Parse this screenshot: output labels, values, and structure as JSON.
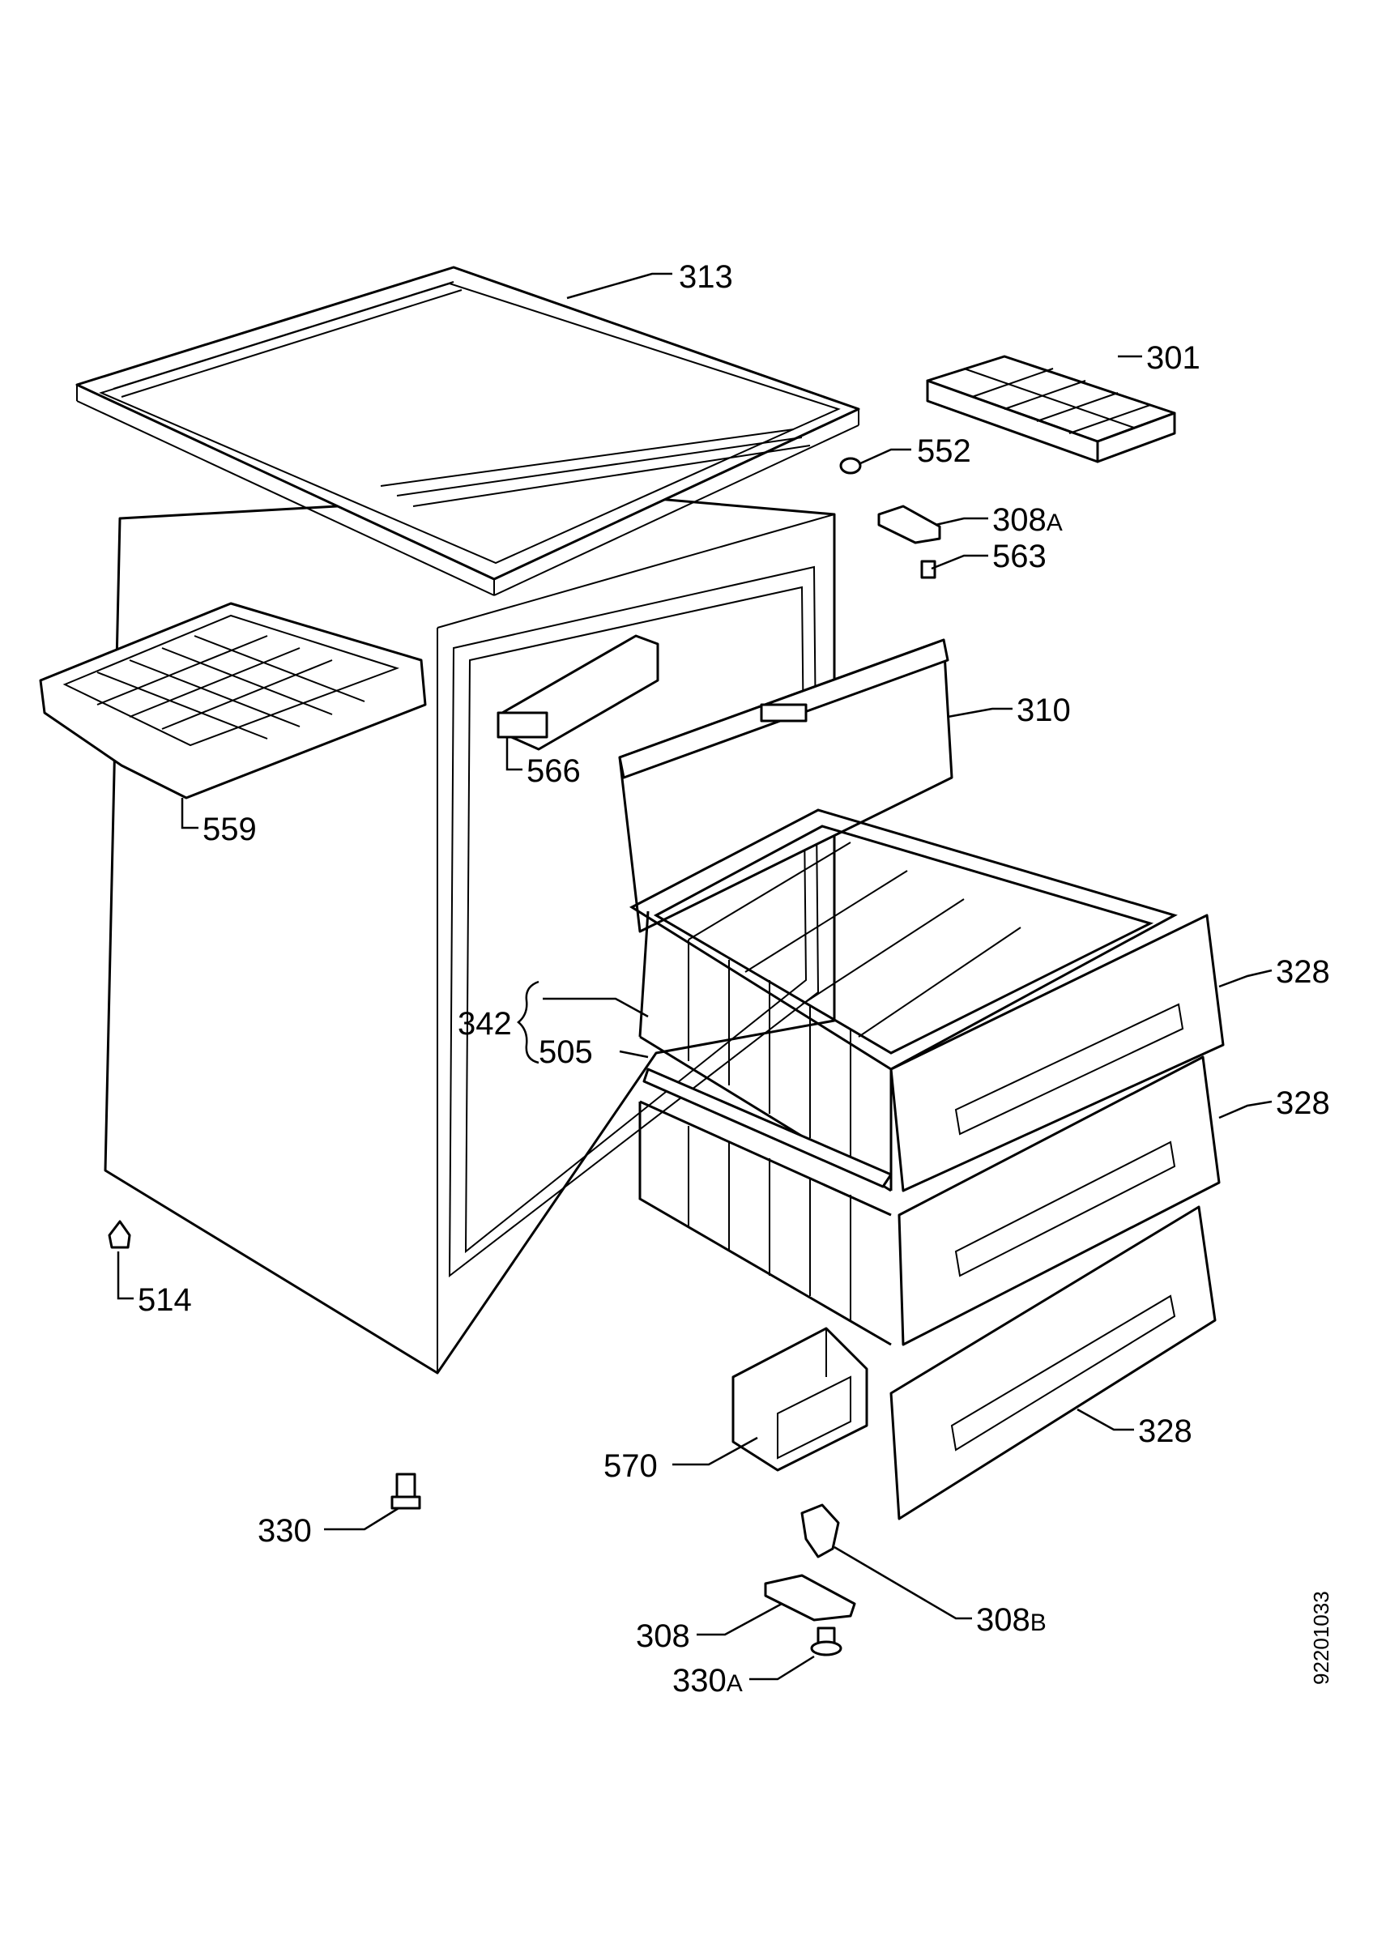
{
  "labels": {
    "l313": "313",
    "l301": "301",
    "l552": "552",
    "l308a": "308",
    "l308a_sub": "A",
    "l563": "563",
    "l310": "310",
    "l566": "566",
    "l559": "559",
    "l328_1": "328",
    "l328_2": "328",
    "l328_3": "328",
    "l342": "342",
    "l505": "505",
    "l514": "514",
    "l570": "570",
    "l330": "330",
    "l308b": "308",
    "l308b_sub": "B",
    "l308": "308",
    "l330a": "330",
    "l330a_sub": "A"
  },
  "drawing_code": "92201033"
}
